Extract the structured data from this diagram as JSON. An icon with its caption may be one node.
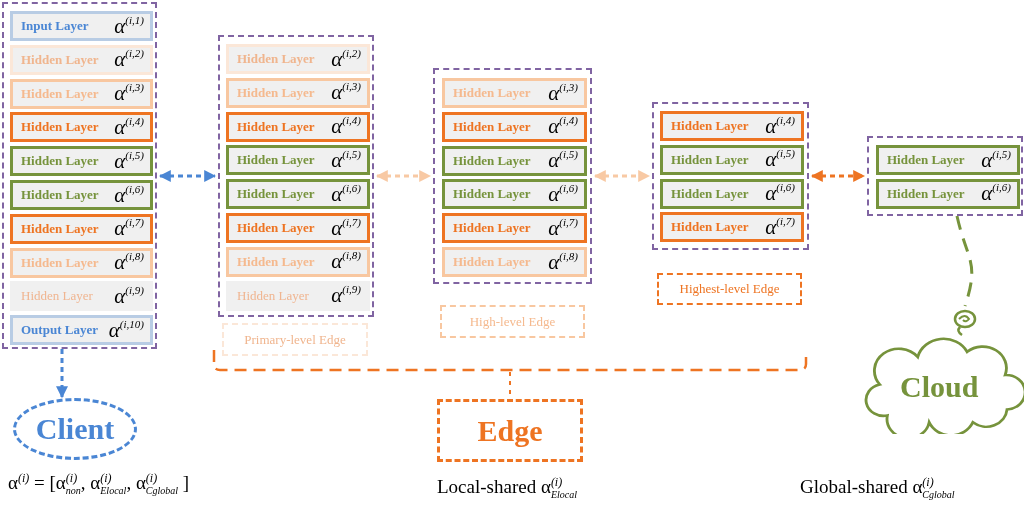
{
  "diagram": {
    "nodes": [
      {
        "text": [],
        "shape": "box"
      },
      {
        "text": [
          "Input Layer",
          "α$^{(i,1)}$"
        ],
        "in": 0
      },
      {
        "text": [
          "Hidden Layer",
          "α$^{(i,2)}$"
        ],
        "in": 0
      },
      {
        "text": [
          "Hidden Layer",
          "α$^{(i,3)}$"
        ],
        "in": 0
      },
      {
        "text": [
          "Hidden Layer",
          "α$^{(i,4)}$"
        ],
        "in": 0
      },
      {
        "text": [
          "Hidden Layer",
          "α$^{(i,5)}$"
        ],
        "in": 0
      },
      {
        "text": [
          "Hidden Layer",
          "α$^{(i,6)}$"
        ],
        "in": 0
      },
      {
        "text": [
          "Hidden Layer",
          "α$^{(i,7)}$"
        ],
        "in": 0
      },
      {
        "text": [
          "Hidden Layer",
          "α$^{(i,8)}$"
        ],
        "in": 0
      },
      {
        "text": [
          "Hidden Layer",
          "α$^{(i,9)}$"
        ],
        "in": 0
      },
      {
        "text": [
          "Output Layer",
          "α$^{(i,10)}$"
        ],
        "in": 0
      },
      {
        "text": [],
        "shape": "box"
      },
      {
        "text": [
          "Hidden Layer",
          "α$^{(i,2)}$"
        ],
        "in": 11
      },
      {
        "text": [
          "Hidden Layer",
          "α$^{(i,3)}$"
        ],
        "in": 11
      },
      {
        "text": [
          "Hidden Layer",
          "α$^{(i,4)}$"
        ],
        "in": 11
      },
      {
        "text": [
          "Hidden Layer",
          "α$^{(i,5)}$"
        ],
        "in": 11
      },
      {
        "text": [
          "Hidden Layer",
          "α$^{(i,6)}$"
        ],
        "in": 11
      },
      {
        "text": [
          "Hidden Layer",
          "α$^{(i,7)}$"
        ],
        "in": 11
      },
      {
        "text": [
          "Hidden Layer",
          "α$^{(i,8)}$"
        ],
        "in": 11
      },
      {
        "text": [
          "Hidden Layer",
          "α$^{(i,9)}$"
        ],
        "in": 11
      },
      {
        "text": [],
        "shape": "box"
      },
      {
        "text": [
          "Hidden Layer",
          "α$^{(i,3)}$"
        ],
        "in": 20
      },
      {
        "text": [
          "Hidden Layer",
          "α$^{(i,4)}$"
        ],
        "in": 20
      },
      {
        "text": [
          "Hidden Layer",
          "α$^{(i,5)}$"
        ],
        "in": 20
      },
      {
        "text": [
          "Hidden Layer",
          "α$^{(i,6)}$"
        ],
        "in": 20
      },
      {
        "text": [
          "Hidden Layer",
          "α$^{(i,7)}$"
        ],
        "in": 20
      },
      {
        "text": [
          "Hidden Layer",
          "α$^{(i,8)}$"
        ],
        "in": 20
      },
      {
        "text": [],
        "shape": "box"
      },
      {
        "text": [
          "Hidden Layer",
          "α$^{(i,4)}$"
        ],
        "in": 27
      },
      {
        "text": [
          "Hidden Layer",
          "α$^{(i,5)}$"
        ],
        "in": 27
      },
      {
        "text": [
          "Hidden Layer",
          "α$^{(i,6)}$"
        ],
        "in": 27
      },
      {
        "text": [
          "Hidden Layer",
          "α$^{(i,7)}$"
        ],
        "in": 27
      },
      {
        "text": [],
        "shape": "box"
      },
      {
        "text": [
          "Hidden Layer",
          "α$^{(i,5)}$"
        ],
        "in": 32
      },
      {
        "text": [
          "Hidden Layer",
          "α$^{(i,6)}$"
        ],
        "in": 32
      },
      {
        "text": [
          "Primary-level Edge"
        ]
      },
      {
        "text": [
          "High-level Edge"
        ]
      },
      {
        "text": [
          "Highest-level Edge"
        ]
      },
      {
        "text": [
          "Client"
        ]
      },
      {
        "text": [
          "Edge"
        ]
      },
      {
        "text": [
          "Cloud"
        ]
      }
    ],
    "edges": [
      {
        "from": 0,
        "to": 11,
        "arrow": "both",
        "style": "dashed",
        "color": "#4a86d4"
      },
      {
        "from": 11,
        "to": 20,
        "arrow": "both",
        "style": "dashed",
        "color": "#f8c9a4"
      },
      {
        "from": 20,
        "to": 27,
        "arrow": "both",
        "style": "dashed",
        "color": "#f8c9a4"
      },
      {
        "from": 27,
        "to": 32,
        "arrow": "both",
        "style": "dashed",
        "color": "#ee7422"
      },
      {
        "from": 0,
        "to": 38,
        "arrow": "to",
        "style": "dashed",
        "color": "#4a86d4"
      },
      {
        "from": 32,
        "to": 40,
        "arrow": "none",
        "style": "dashed",
        "color": "#76933c"
      }
    ],
    "labels": [
      "α$^{(i)}$ = [α$^{(i)}$$_{non}$, α$^{(i)}$$_{Elocal}$, α$^{(i)}$$_{Cglobal}$ ]",
      "Local-shared α$^{(i)}$$_{Elocal}$",
      "Global-shared α$^{(i)}$$_{Cglobal}$"
    ]
  }
}
